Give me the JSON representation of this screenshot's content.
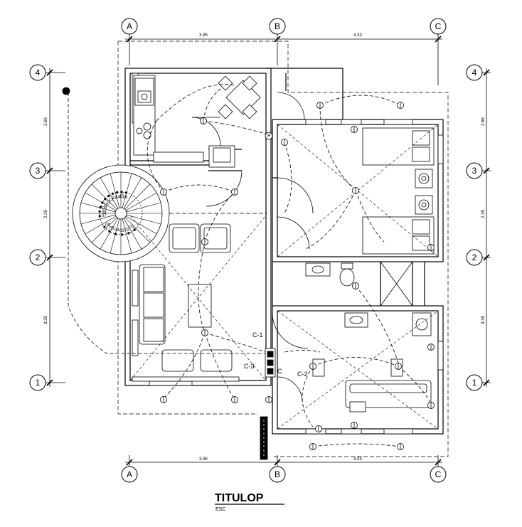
{
  "grid": {
    "columns": [
      "A",
      "B",
      "C"
    ],
    "rows": [
      "4",
      "3",
      "2",
      "1"
    ]
  },
  "dimensions": {
    "top_ab": "3.95",
    "top_bc": "4.33",
    "bottom_ab": "3.95",
    "bottom_bc": "4.33",
    "left_43": "2.66",
    "left_32": "2.35",
    "left_21": "3.35",
    "right_43": "2.66",
    "right_32": "2.35",
    "right_21": "3.35"
  },
  "circuits": {
    "c1": "C-1",
    "c2": "C-2",
    "c3": "C-3",
    "c": "C"
  },
  "stair_numbers": {
    "upper": [
      "16",
      "15",
      "14",
      "13",
      "12",
      "11",
      "10",
      "09",
      "08",
      "07"
    ],
    "lower": [
      "06",
      "05",
      "04",
      "03",
      "02",
      "01"
    ]
  },
  "fixture_tag": "P",
  "title": {
    "main": "TITULOP",
    "sub": "ESC"
  }
}
